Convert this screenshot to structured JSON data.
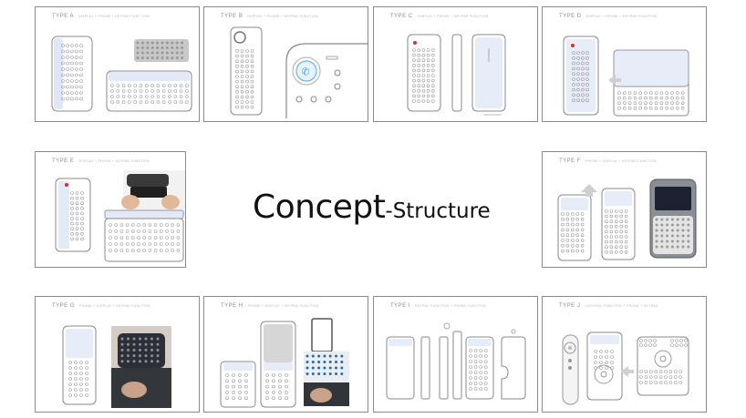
{
  "headline": {
    "main": "Concept",
    "secondary": "-Structure"
  },
  "cards": [
    {
      "id": "a",
      "title": "TYPE A",
      "subtitle": "DISPLAY + PHONE + KEYPAD FUNCTION"
    },
    {
      "id": "b",
      "title": "TYPE B",
      "subtitle": "DISPLAY + PHONE + KEYPAD FUNCTION"
    },
    {
      "id": "c",
      "title": "TYPE C",
      "subtitle": "DISPLAY + PHONE + KEYPAD FUNCTION"
    },
    {
      "id": "d",
      "title": "TYPE D",
      "subtitle": "DISPLAY + PHONE + KEYPAD FUNCTION"
    },
    {
      "id": "e",
      "title": "TYPE E",
      "subtitle": "DISPLAY + PHONE + KEYPAD FUNCTION"
    },
    {
      "id": "f",
      "title": "TYPE F",
      "subtitle": "PHONE + DISPLAY + KEYPAD FUNCTION"
    },
    {
      "id": "g",
      "title": "TYPE G",
      "subtitle": "PHONE + DISPLAY + KEYPAD FUNCTION"
    },
    {
      "id": "h",
      "title": "TYPE H",
      "subtitle": "PHONE + DISPLAY + KEYPAD FUNCTION"
    },
    {
      "id": "i",
      "title": "TYPE I",
      "subtitle": "KEYPAD FUNCTION + PHONE FUNCTION"
    },
    {
      "id": "j",
      "title": "TYPE J",
      "subtitle": "CONTROL FUNCTION + PHONE + KEYPAD"
    }
  ],
  "colors": {
    "border": "#8a8a8a",
    "line": "#9a9a9a",
    "screen": "#e6ecf8",
    "accent": "#d03030",
    "call": "#3aa0d8"
  }
}
